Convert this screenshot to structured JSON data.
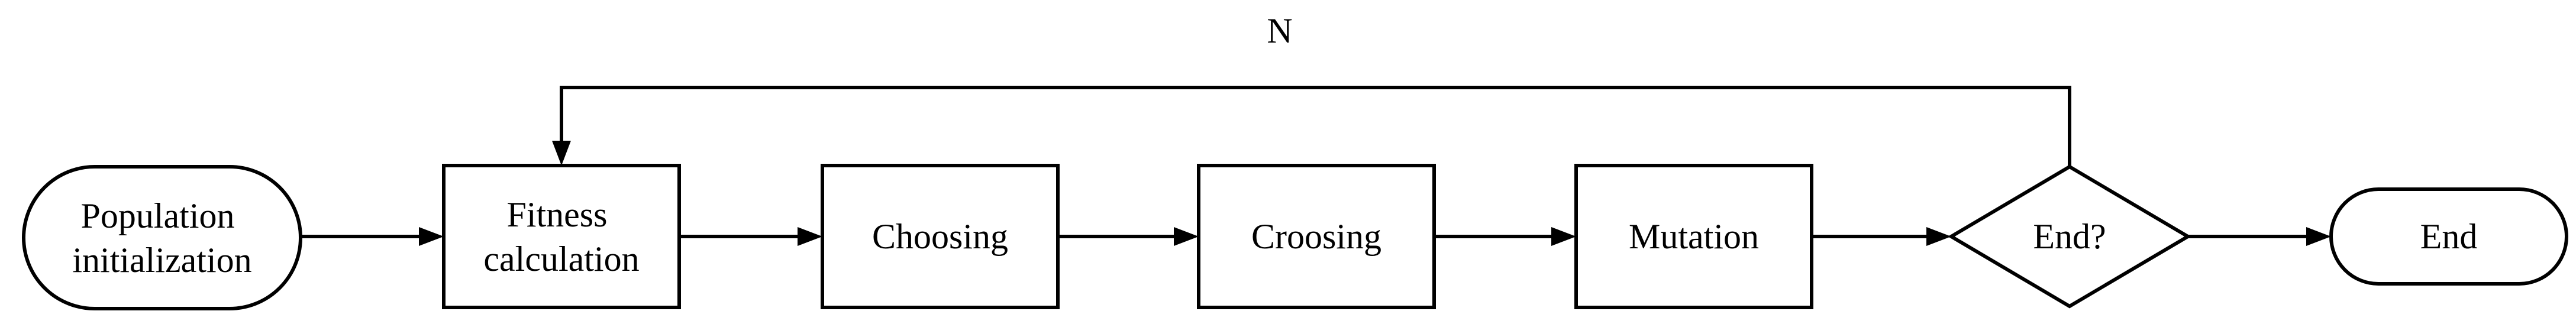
{
  "diagram": {
    "nodes": {
      "start": {
        "lines": [
          "Population",
          "initialization"
        ]
      },
      "fitness": {
        "lines": [
          "Fitness",
          "calculation"
        ]
      },
      "choosing": {
        "lines": [
          "Choosing"
        ]
      },
      "crossing": {
        "lines": [
          "Croosing"
        ]
      },
      "mutation": {
        "lines": [
          "Mutation"
        ]
      },
      "decision": {
        "lines": [
          "End?"
        ]
      },
      "end": {
        "lines": [
          "End"
        ]
      }
    },
    "edges": {
      "loop_label": "N"
    }
  }
}
